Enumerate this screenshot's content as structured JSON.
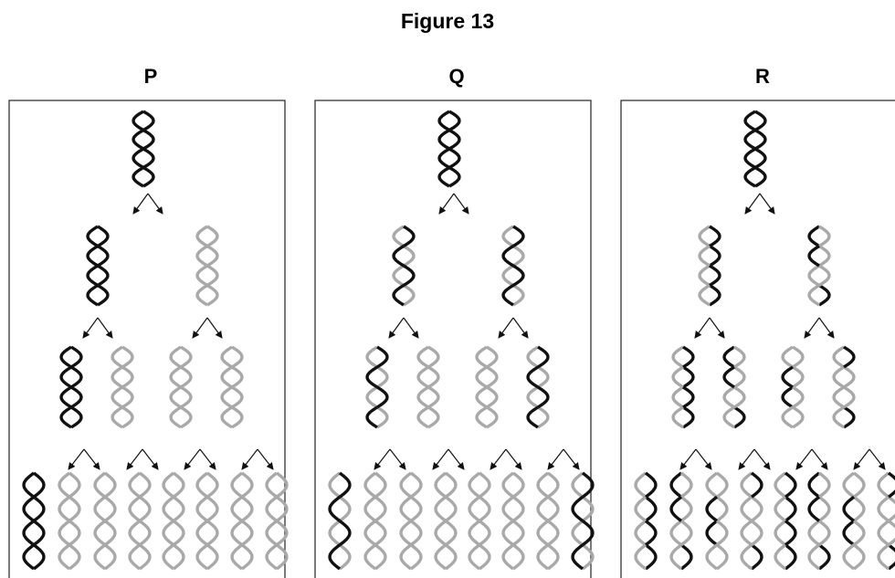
{
  "figure": {
    "title": "Figure 13"
  },
  "panels": [
    {
      "label": "P",
      "model": "conservative"
    },
    {
      "label": "Q",
      "model": "semi-conservative"
    },
    {
      "label": "R",
      "model": "dispersive"
    }
  ],
  "legend_colors": {
    "original_strand": "#111111",
    "new_strand": "#a9a9a9",
    "arrow": "#111111"
  },
  "generations": 4,
  "molecules_per_generation": [
    1,
    2,
    4,
    8
  ]
}
